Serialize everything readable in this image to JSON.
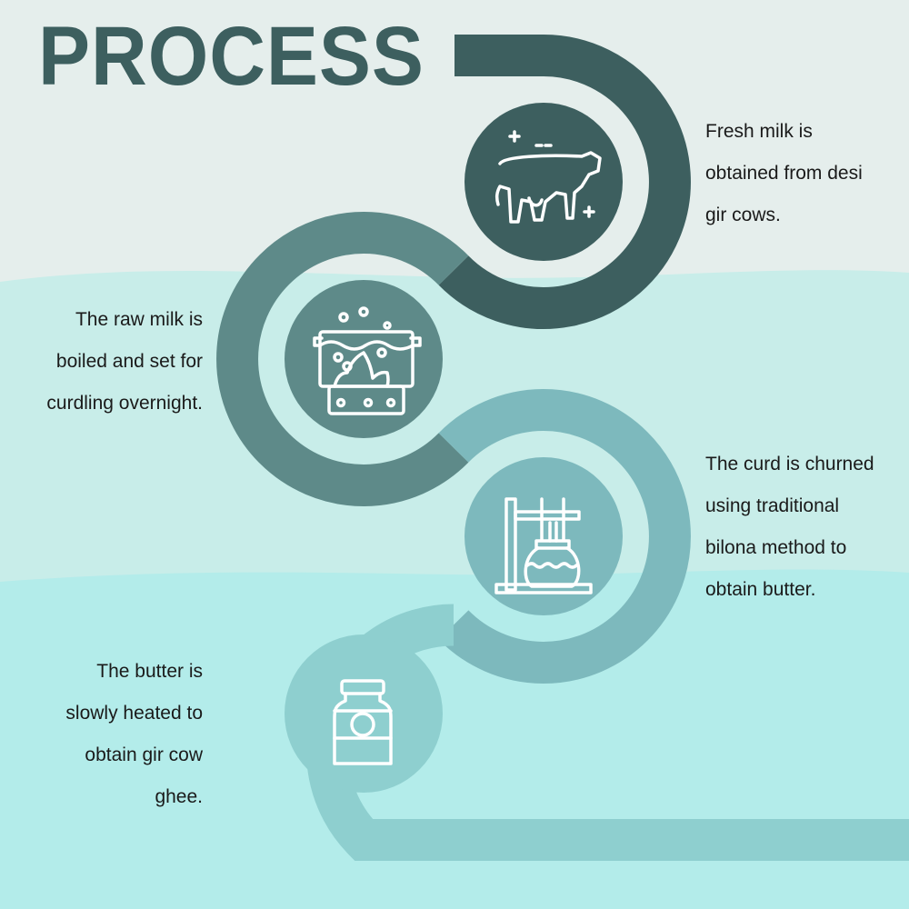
{
  "title": "PROCESS",
  "colors": {
    "bg_top": "#e5eeec",
    "bg_mid": "#c8ede9",
    "bg_bottom": "#b3ecea",
    "step1": "#3d5f5f",
    "step2": "#5e8a89",
    "step3": "#7db9bd",
    "step4": "#8ecfcf"
  },
  "steps": [
    {
      "icon": "cow-icon",
      "lines": [
        "Fresh milk is",
        "obtained from desi",
        "gir cows."
      ]
    },
    {
      "icon": "boiling-pot-icon",
      "lines": [
        "The raw milk is",
        "boiled and set for",
        "curdling overnight."
      ]
    },
    {
      "icon": "churning-pot-icon",
      "lines": [
        "The curd is churned",
        "using traditional",
        "bilona method to",
        "obtain butter."
      ]
    },
    {
      "icon": "ghee-jar-icon",
      "lines": [
        "The butter is",
        "slowly heated to",
        "obtain gir cow",
        "ghee."
      ]
    }
  ]
}
